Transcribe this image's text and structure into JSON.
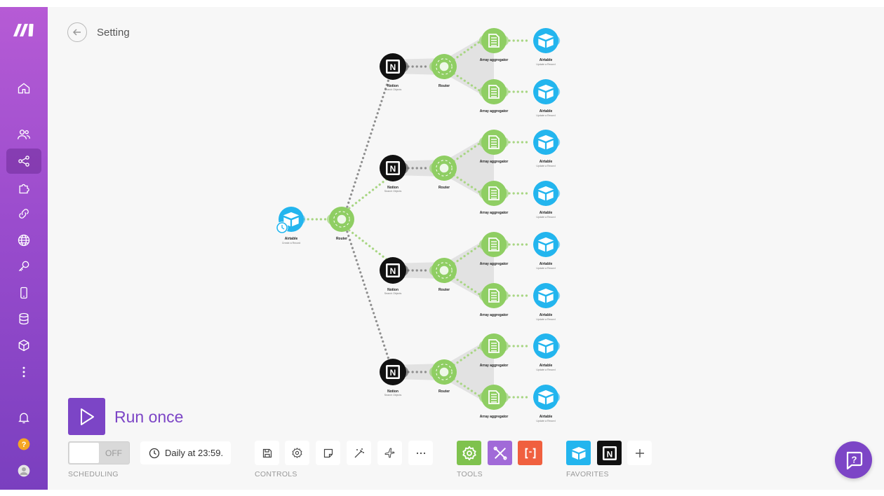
{
  "header": {
    "title": "Setting"
  },
  "run": {
    "label": "Run once"
  },
  "scheduling": {
    "toggle_state": "OFF",
    "schedule_text": "Daily at 23:59.",
    "section_label": "SCHEDULING"
  },
  "controls": {
    "section_label": "CONTROLS",
    "items": [
      "save-icon",
      "gear-icon",
      "note-icon",
      "magic-wand-icon",
      "airplane-icon",
      "more-icon"
    ]
  },
  "tools": {
    "section_label": "TOOLS",
    "items": [
      {
        "icon": "gear-icon",
        "color": "#7fc24e"
      },
      {
        "icon": "tools-icon",
        "color": "#a16ad8"
      },
      {
        "icon": "brackets-icon",
        "color": "#f0603f"
      }
    ]
  },
  "favorites": {
    "section_label": "FAVORITES",
    "items": [
      "airtable-icon",
      "notion-icon",
      "plus-icon"
    ]
  },
  "sidebar": {
    "items": [
      "home-icon",
      "team-icon",
      "scenarios-icon",
      "templates-icon",
      "connections-icon",
      "webhooks-icon",
      "keys-icon",
      "devices-icon",
      "datastores-icon",
      "datastructures-icon",
      "more-icon",
      "bell-icon",
      "help-icon",
      "avatar-icon"
    ]
  },
  "colors": {
    "brand": "#7c45c6",
    "router": "#8fce63",
    "airtable": "#23b5ee",
    "notion": "#111111"
  },
  "scenario": {
    "trigger": {
      "name": "Airtable",
      "action": "Create a Record"
    },
    "main_router": {
      "name": "Router"
    },
    "branches": [
      {
        "notion": {
          "name": "Notion",
          "action": "Search Objects"
        },
        "router": {
          "name": "Router"
        },
        "leaves": [
          {
            "aggregator": "Array aggregator",
            "airtable": "Airtable",
            "airtable_action": "Update a Record"
          },
          {
            "aggregator": "Array aggregator",
            "airtable": "Airtable",
            "airtable_action": "Update a Record"
          }
        ]
      },
      {
        "notion": {
          "name": "Notion",
          "action": "Search Objects"
        },
        "router": {
          "name": "Router"
        },
        "leaves": [
          {
            "aggregator": "Array aggregator",
            "airtable": "Airtable",
            "airtable_action": "Update a Record"
          },
          {
            "aggregator": "Array aggregator",
            "airtable": "Airtable",
            "airtable_action": "Update a Record"
          }
        ]
      },
      {
        "notion": {
          "name": "Notion",
          "action": "Search Objects"
        },
        "router": {
          "name": "Router"
        },
        "leaves": [
          {
            "aggregator": "Array aggregator",
            "airtable": "Airtable",
            "airtable_action": "Update a Record"
          },
          {
            "aggregator": "Array aggregator",
            "airtable": "Airtable",
            "airtable_action": "Update a Record"
          }
        ]
      },
      {
        "notion": {
          "name": "Notion",
          "action": "Search Objects"
        },
        "router": {
          "name": "Router"
        },
        "leaves": [
          {
            "aggregator": "Array aggregator",
            "airtable": "Airtable",
            "airtable_action": "Update a Record"
          },
          {
            "aggregator": "Array aggregator",
            "airtable": "Airtable",
            "airtable_action": "Update a Record"
          }
        ]
      }
    ]
  }
}
